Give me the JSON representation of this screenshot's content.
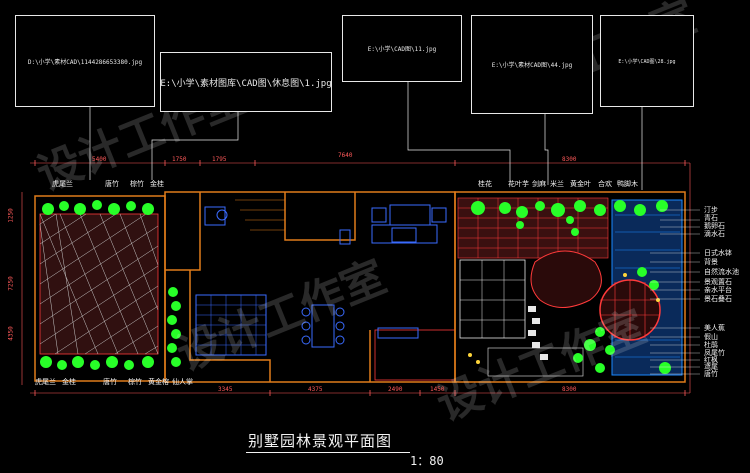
{
  "title": "别墅园林景观平面图",
  "scale": "1：80",
  "image_refs": [
    {
      "path": "D:\\小学\\素材CAD\\1144286653380.jpg"
    },
    {
      "path": "E:\\小学\\素材图库\\CAD图\\休息图\\1.jpg"
    },
    {
      "path": "E:\\小学\\CAD图\\11.jpg"
    },
    {
      "path": "E:\\小学\\素材CAD图\\44.jpg"
    },
    {
      "path": "E:\\小学\\CAD图\\28.jpg"
    }
  ],
  "top_left_labels": [
    "虎尾兰",
    "唐竹",
    "棕竹",
    "金桂"
  ],
  "top_right_labels": [
    "桂花",
    "花叶芋",
    "剑麻",
    "米兰",
    "黄金叶",
    "合欢",
    "鸭脚木"
  ],
  "bottom_left_labels": [
    "虎尾兰",
    "金桂",
    "唐竹",
    "棕竹",
    "黄金榕",
    "仙人掌"
  ],
  "right_labels": [
    "汀步",
    "青石",
    "鹅卵石",
    "滴水石",
    "日式水钵",
    "背景",
    "自然流水池",
    "景观置石",
    "亲水平台",
    "景石叠石",
    "美人蕉",
    "假山",
    "杜鹃",
    "凤尾竹",
    "红枫",
    "鸢尾",
    "唐竹"
  ],
  "dims_top": [
    "5400",
    "1750",
    "1795",
    "7640",
    "8300"
  ],
  "dims_bottom": [
    "3345",
    "4375",
    "2490",
    "1450",
    "8300"
  ],
  "dims_left": [
    "7250",
    "1250",
    "4350"
  ],
  "watermark": "设计工作室",
  "colors": {
    "background": "#000000",
    "wall": "#e07c1a",
    "furniture": "#3a6bff",
    "plant": "#28ff28",
    "paving": "#ff3a3a",
    "water": "#1a88ff",
    "dimension": "#ff5a5a",
    "text": "#f0f0f0"
  }
}
